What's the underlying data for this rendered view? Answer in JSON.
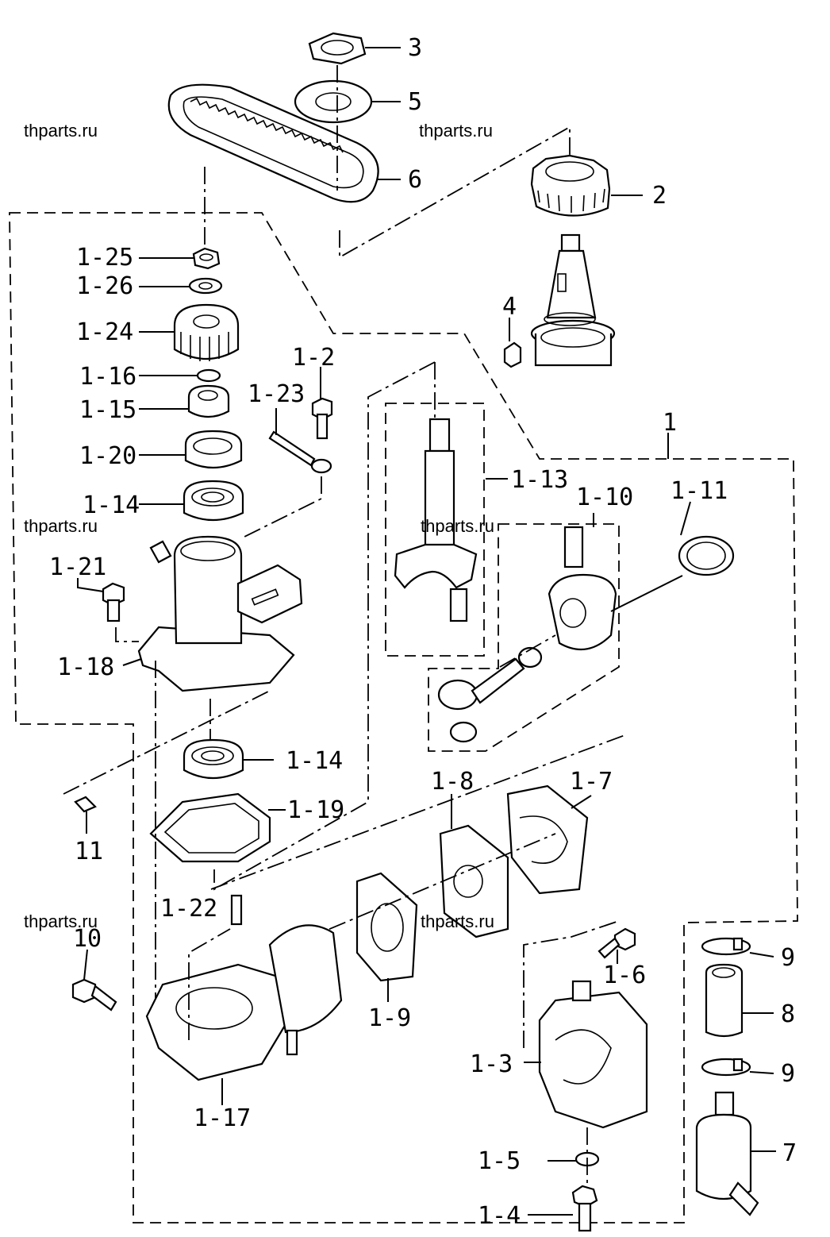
{
  "labels": {
    "p3": "3",
    "p5": "5",
    "p6": "6",
    "p2": "2",
    "p4": "4",
    "p1": "1",
    "p1_25": "1-25",
    "p1_26": "1-26",
    "p1_24": "1-24",
    "p1_16": "1-16",
    "p1_15": "1-15",
    "p1_20": "1-20",
    "p1_14a": "1-14",
    "p1_21": "1-21",
    "p1_18": "1-18",
    "p1_2": "1-2",
    "p1_23": "1-23",
    "p1_13": "1-13",
    "p1_10": "1-10",
    "p1_11": "1-11",
    "p1_14b": "1-14",
    "p1_19": "1-19",
    "p11": "11",
    "p1_8": "1-8",
    "p1_7": "1-7",
    "p1_22": "1-22",
    "p10": "10",
    "p1_9": "1-9",
    "p1_6": "1-6",
    "p9a": "9",
    "p8": "8",
    "p9b": "9",
    "p1_3": "1-3",
    "p1_5": "1-5",
    "p1_4": "1-4",
    "p7": "7",
    "p1_17": "1-17"
  },
  "watermarks": {
    "w1": "thparts.ru",
    "w2": "thparts.ru",
    "w3": "thparts.ru",
    "w4": "thparts.ru",
    "w5": "thparts.ru",
    "w6": "thparts.ru"
  }
}
